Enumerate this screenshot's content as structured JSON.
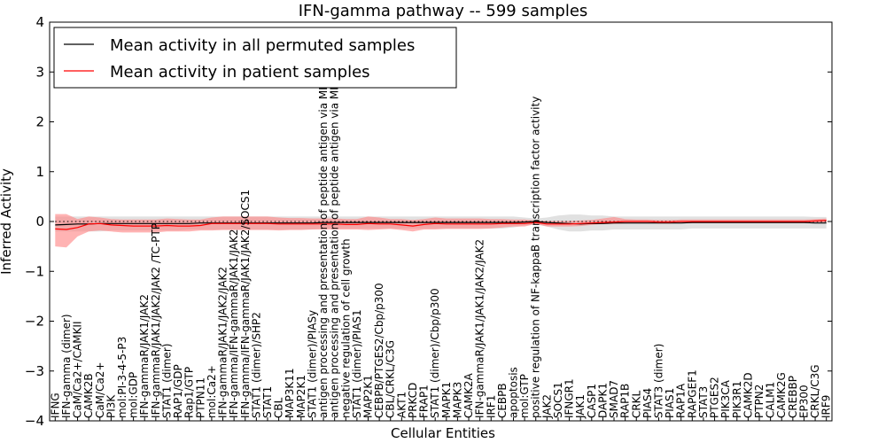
{
  "chart_data": {
    "type": "line",
    "title": "IFN-gamma pathway -- 599 samples",
    "xlabel": "Cellular Entities",
    "ylabel": "Inferred Activity",
    "ylim": [
      -4,
      4
    ],
    "yticks": [
      -4,
      -3,
      -2,
      -1,
      0,
      1,
      2,
      3,
      4
    ],
    "ytick_labels": [
      "−4",
      "−3",
      "−2",
      "−1",
      "0",
      "1",
      "2",
      "3",
      "4"
    ],
    "legend_position": "top-left",
    "categories": [
      "IFNG",
      "IFN-gamma (dimer)",
      "CaM/Ca2+/CAMKII",
      "CAMK2B",
      "CaM/Ca2+",
      "PI3K",
      "mol:PI-3-4-5-P3",
      "mol:GDP",
      "IFN-gammaR/JAK1/JAK2",
      "IFN-gammaR/JAK1/JAK2/JAK2 /TC-PTP",
      "STAT1 (dimer)",
      "RAP1/GDP",
      "Rap1/GTP",
      "PTPN11",
      "mol:Ca2+",
      "IFN-gammaR/JAK1/JAK2/JAK2",
      "IFN-gamma/IFN-gammaR/JAK1/JAK2",
      "IFN-gamma/IFN-gammaR/JAK1/JAK2/SOCS1",
      "STAT1 (dimer)/SHP2",
      "STAT1",
      "CBL",
      "MAP3K11",
      "MAP2K1",
      "STAT1 (dimer)/PIASy",
      "antigen processing and presentation of peptide antigen via MHC class I",
      "antigen processing and presentation of peptide antigen via MHC class II",
      "negative regulation of cell growth",
      "STAT1 (dimer)/PIAS1",
      "MAP2K1",
      "CEBPB/PTGES2/Cbp/p300",
      "CBL/CRKL/C3G",
      "AKT1",
      "PRKCD",
      "FRAP1",
      "STAT1 (dimer)/Cbp/p300",
      "MAPK1",
      "MAPK3",
      "CAMK2A",
      "IFN-gammaR/JAK1/JAK1/JAK2/JAK2",
      "IRF1",
      "CEBPB",
      "apoptosis",
      "mol:GTP",
      "positive regulation of NF-kappaB transcription factor activity",
      "JAK2",
      "SOCS1",
      "IFNGR1",
      "JAK1",
      "CASP1",
      "DAPK1",
      "SMAD7",
      "RAP1B",
      "CRKL",
      "PIAS4",
      "STAT3 (dimer)",
      "PIAS1",
      "RAP1A",
      "RAPGEF1",
      "STAT3",
      "PTGES2",
      "PIK3CA",
      "PIK3R1",
      "CAMK2D",
      "PTPN2",
      "CALM1",
      "CAMK2G",
      "CREBBP",
      "EP300",
      "CRKL/C3G",
      "IRF9"
    ],
    "series": [
      {
        "name": "Mean activity in all permuted samples",
        "color": "#000000",
        "band_color": "#c8c8c8",
        "values": [
          -0.07,
          -0.06,
          -0.05,
          -0.05,
          -0.04,
          -0.04,
          -0.04,
          -0.04,
          -0.04,
          -0.04,
          -0.04,
          -0.04,
          -0.04,
          -0.03,
          -0.03,
          -0.03,
          -0.03,
          -0.03,
          -0.03,
          -0.03,
          -0.03,
          -0.03,
          -0.03,
          -0.03,
          -0.02,
          -0.02,
          -0.02,
          -0.02,
          -0.02,
          -0.02,
          -0.02,
          -0.02,
          -0.02,
          -0.02,
          -0.02,
          -0.02,
          -0.02,
          -0.02,
          -0.02,
          -0.02,
          -0.02,
          -0.02,
          -0.01,
          0.0,
          -0.02,
          -0.03,
          -0.04,
          -0.05,
          -0.04,
          -0.04,
          -0.03,
          -0.03,
          -0.03,
          -0.03,
          -0.03,
          -0.03,
          -0.03,
          -0.02,
          -0.02,
          -0.02,
          -0.02,
          -0.02,
          -0.02,
          -0.02,
          -0.02,
          -0.02,
          -0.02,
          -0.02,
          -0.03,
          -0.03
        ],
        "upper": [
          0.1,
          0.1,
          0.1,
          0.1,
          0.1,
          0.1,
          0.1,
          0.1,
          0.1,
          0.1,
          0.1,
          0.1,
          0.1,
          0.1,
          0.1,
          0.1,
          0.1,
          0.1,
          0.1,
          0.1,
          0.1,
          0.1,
          0.1,
          0.1,
          0.1,
          0.1,
          0.1,
          0.1,
          0.1,
          0.1,
          0.1,
          0.1,
          0.1,
          0.1,
          0.1,
          0.1,
          0.1,
          0.1,
          0.1,
          0.1,
          0.1,
          0.1,
          0.08,
          0.06,
          0.08,
          0.12,
          0.14,
          0.14,
          0.12,
          0.12,
          0.1,
          0.1,
          0.1,
          0.1,
          0.1,
          0.1,
          0.1,
          0.1,
          0.1,
          0.1,
          0.1,
          0.1,
          0.1,
          0.1,
          0.1,
          0.1,
          0.1,
          0.1,
          0.09,
          0.09
        ],
        "lower": [
          -0.2,
          -0.2,
          -0.2,
          -0.2,
          -0.2,
          -0.18,
          -0.18,
          -0.18,
          -0.18,
          -0.18,
          -0.18,
          -0.18,
          -0.16,
          -0.16,
          -0.16,
          -0.16,
          -0.16,
          -0.16,
          -0.16,
          -0.16,
          -0.16,
          -0.16,
          -0.16,
          -0.16,
          -0.14,
          -0.14,
          -0.14,
          -0.14,
          -0.14,
          -0.14,
          -0.14,
          -0.14,
          -0.14,
          -0.14,
          -0.14,
          -0.14,
          -0.14,
          -0.14,
          -0.14,
          -0.14,
          -0.14,
          -0.12,
          -0.08,
          -0.06,
          -0.1,
          -0.16,
          -0.2,
          -0.2,
          -0.18,
          -0.18,
          -0.16,
          -0.16,
          -0.16,
          -0.16,
          -0.16,
          -0.16,
          -0.16,
          -0.14,
          -0.14,
          -0.14,
          -0.14,
          -0.14,
          -0.14,
          -0.14,
          -0.14,
          -0.14,
          -0.14,
          -0.14,
          -0.14,
          -0.14
        ]
      },
      {
        "name": "Mean activity in patient samples",
        "color": "#ff0000",
        "band_color": "#ff8080",
        "values": [
          -0.15,
          -0.16,
          -0.12,
          -0.05,
          -0.04,
          -0.07,
          -0.08,
          -0.09,
          -0.09,
          -0.09,
          -0.08,
          -0.09,
          -0.09,
          -0.08,
          -0.04,
          -0.04,
          -0.04,
          -0.04,
          -0.04,
          -0.04,
          -0.05,
          -0.05,
          -0.05,
          -0.05,
          -0.05,
          -0.05,
          -0.06,
          -0.06,
          -0.04,
          -0.05,
          -0.05,
          -0.07,
          -0.09,
          -0.06,
          -0.04,
          -0.05,
          -0.05,
          -0.05,
          -0.05,
          -0.05,
          -0.04,
          -0.04,
          -0.04,
          -0.02,
          -0.05,
          -0.05,
          -0.05,
          -0.04,
          -0.03,
          -0.02,
          -0.01,
          0.0,
          0.0,
          0.0,
          -0.01,
          -0.01,
          0.0,
          0.0,
          0.0,
          0.0,
          0.0,
          0.0,
          0.0,
          0.0,
          0.0,
          0.0,
          0.0,
          0.0,
          0.01,
          0.02
        ],
        "upper": [
          0.15,
          0.15,
          0.05,
          0.1,
          0.08,
          0.05,
          0.04,
          0.04,
          0.04,
          0.04,
          0.06,
          0.05,
          0.04,
          0.04,
          0.08,
          0.1,
          0.1,
          0.1,
          0.1,
          0.1,
          0.08,
          0.07,
          0.07,
          0.06,
          0.06,
          0.06,
          0.05,
          0.05,
          0.1,
          0.08,
          0.05,
          0.05,
          0.03,
          0.05,
          0.08,
          0.06,
          0.06,
          0.06,
          0.06,
          0.05,
          0.05,
          0.04,
          0.04,
          0.02,
          0.01,
          0.01,
          0.01,
          0.02,
          0.03,
          0.06,
          0.09,
          0.05,
          0.04,
          0.04,
          0.03,
          0.03,
          0.04,
          0.04,
          0.04,
          0.04,
          0.04,
          0.04,
          0.04,
          0.04,
          0.04,
          0.04,
          0.04,
          0.04,
          0.05,
          0.06
        ],
        "lower": [
          -0.5,
          -0.52,
          -0.3,
          -0.2,
          -0.18,
          -0.2,
          -0.22,
          -0.22,
          -0.22,
          -0.22,
          -0.2,
          -0.2,
          -0.2,
          -0.18,
          -0.18,
          -0.17,
          -0.17,
          -0.17,
          -0.17,
          -0.17,
          -0.18,
          -0.17,
          -0.17,
          -0.16,
          -0.16,
          -0.16,
          -0.16,
          -0.16,
          -0.17,
          -0.16,
          -0.15,
          -0.17,
          -0.2,
          -0.16,
          -0.16,
          -0.15,
          -0.15,
          -0.15,
          -0.15,
          -0.14,
          -0.12,
          -0.1,
          -0.1,
          -0.05,
          -0.1,
          -0.1,
          -0.1,
          -0.09,
          -0.07,
          -0.05,
          -0.05,
          -0.04,
          -0.03,
          -0.03,
          -0.04,
          -0.04,
          -0.03,
          -0.03,
          -0.03,
          -0.03,
          -0.03,
          -0.03,
          -0.03,
          -0.03,
          -0.03,
          -0.03,
          -0.03,
          -0.03,
          -0.02,
          -0.01
        ]
      }
    ],
    "reference_line": {
      "y": 0,
      "style": "dotted",
      "color": "#000000"
    }
  }
}
